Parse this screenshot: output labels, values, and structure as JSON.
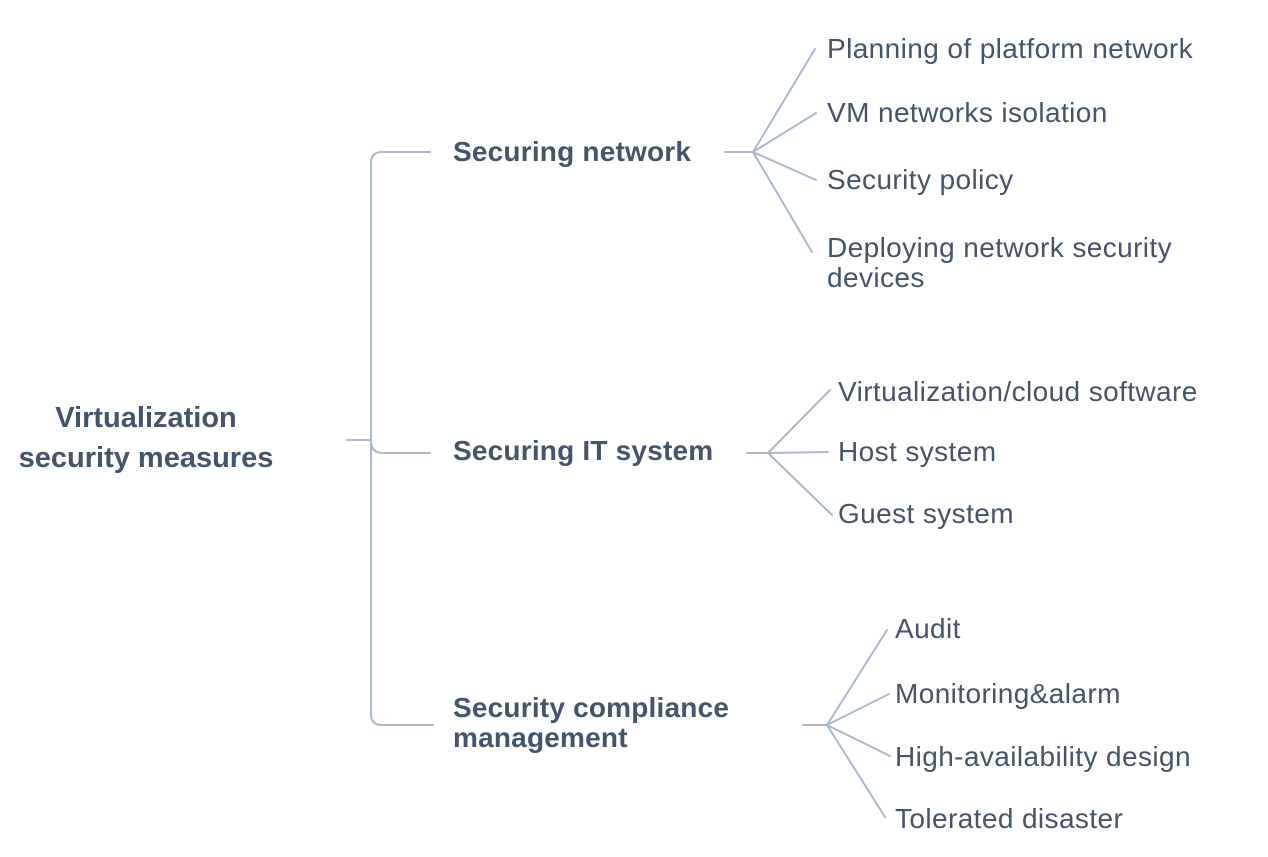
{
  "diagram": {
    "type": "mindmap-tree",
    "colors": {
      "text": "#44546a",
      "line": "#a9b8ce",
      "background": "#ffffff"
    },
    "root": {
      "label": "Virtualization security measures"
    },
    "branches": [
      {
        "label": "Securing network",
        "children": [
          "Planning of platform network",
          "VM networks isolation",
          "Security policy",
          "Deploying network security devices"
        ]
      },
      {
        "label": "Securing IT system",
        "children": [
          "Virtualization/cloud software",
          "Host system",
          "Guest system"
        ]
      },
      {
        "label": "Security compliance management",
        "children": [
          "Audit",
          "Monitoring&alarm",
          "High-availability design",
          "Tolerated disaster"
        ]
      }
    ]
  }
}
